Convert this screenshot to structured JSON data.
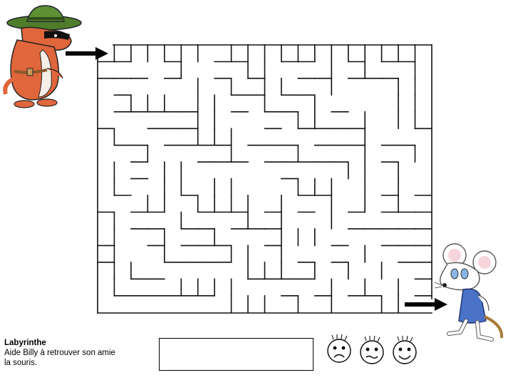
{
  "caption": {
    "title": "Labyrinthe",
    "instruction_line1": "Aide Billy à retrouver son amie",
    "instruction_line2": "la souris."
  },
  "colors": {
    "wall": "#111111",
    "cat_body": "#e0663c",
    "cat_hat": "#4f7d2a",
    "mouse_dress": "#4a73c8",
    "arrow": "#000000"
  },
  "icons": [
    "cat-billy-icon",
    "mouse-friend-icon",
    "arrow-right-icon",
    "sad-face-icon",
    "neutral-face-icon",
    "happy-face-icon"
  ]
}
